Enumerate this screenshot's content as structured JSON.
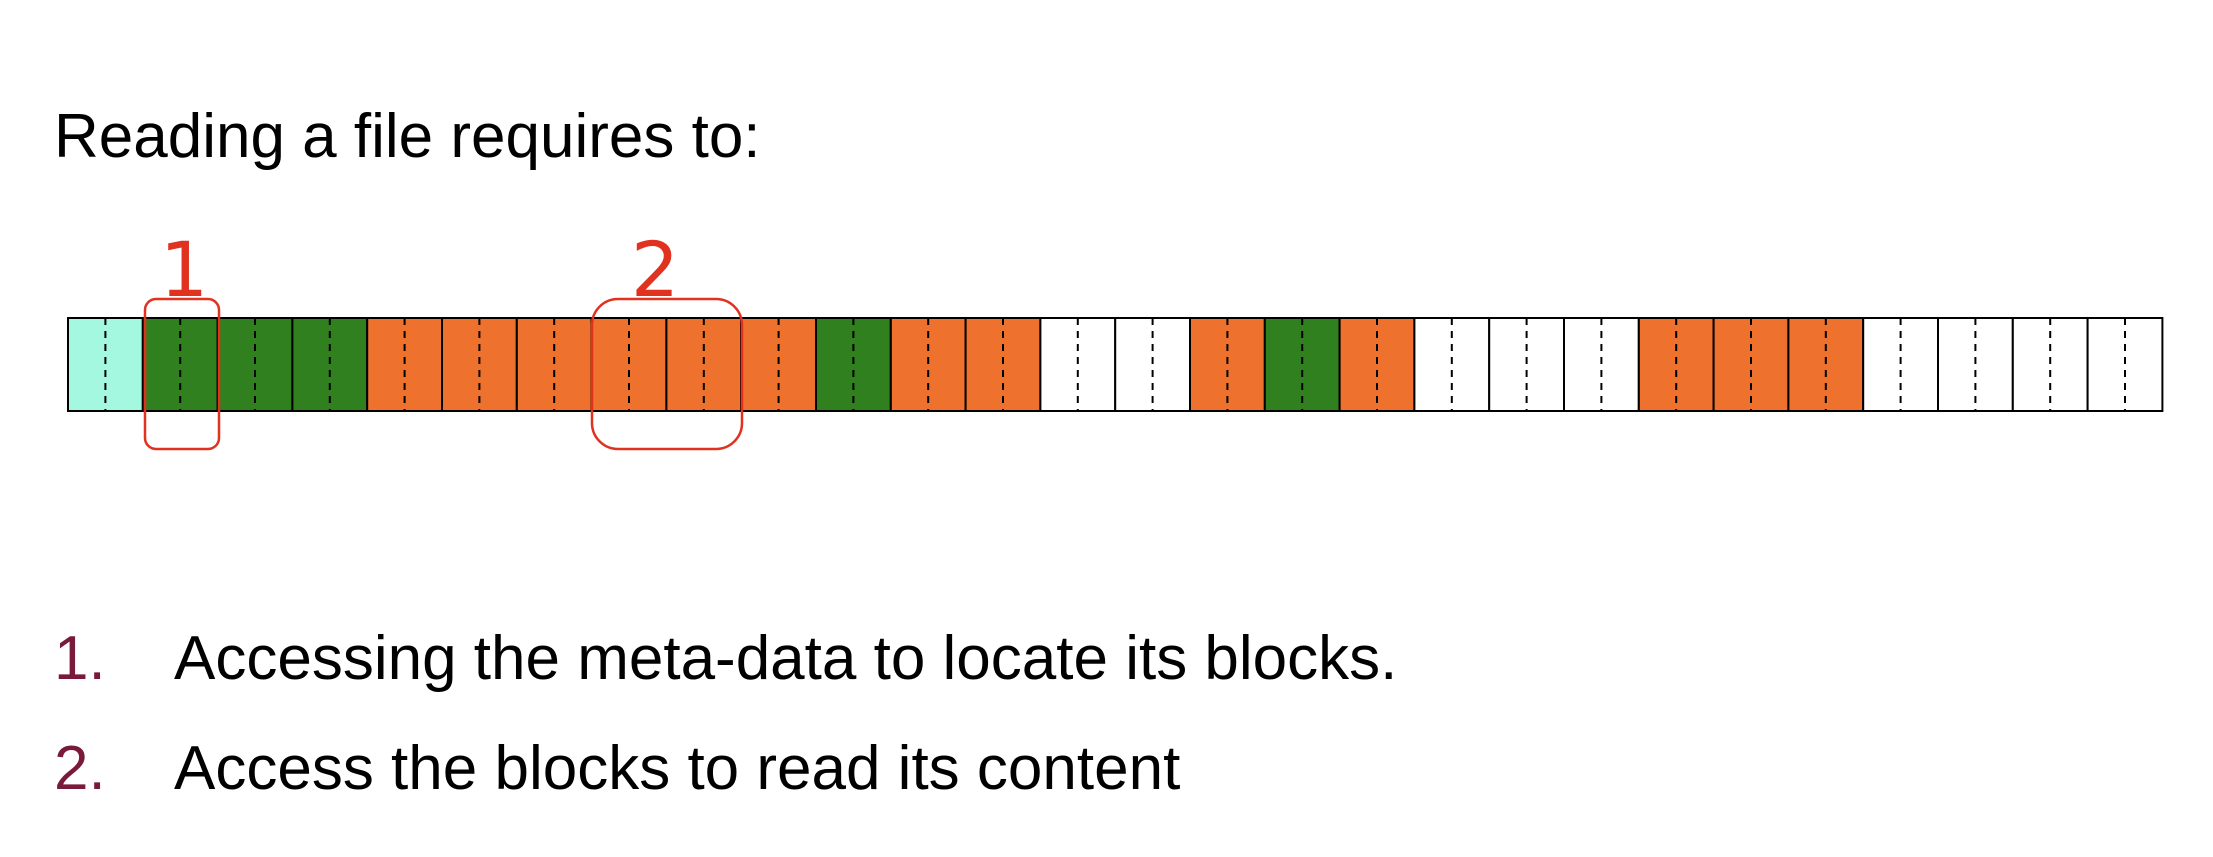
{
  "title": "Reading a file requires to:",
  "colors": {
    "metadata": "#a5f8e0",
    "metadata_block": "#31801f",
    "data_block": "#ee712e",
    "free_block": "#ffffff",
    "highlight": "#e0321f",
    "list_number": "#7a1a3a"
  },
  "blocks": [
    "metadata",
    "metadata_block",
    "metadata_block",
    "metadata_block",
    "data_block",
    "data_block",
    "data_block",
    "data_block",
    "data_block",
    "data_block",
    "metadata_block",
    "data_block",
    "data_block",
    "free_block",
    "free_block",
    "data_block",
    "metadata_block",
    "data_block",
    "free_block",
    "free_block",
    "free_block",
    "data_block",
    "data_block",
    "data_block",
    "free_block",
    "free_block",
    "free_block",
    "free_block"
  ],
  "callouts": [
    {
      "label": "1"
    },
    {
      "label": "2"
    }
  ],
  "steps": [
    {
      "number": "1.",
      "text": "Accessing the meta-data to locate its blocks."
    },
    {
      "number": "2.",
      "text": "Access the blocks to read its content"
    }
  ]
}
